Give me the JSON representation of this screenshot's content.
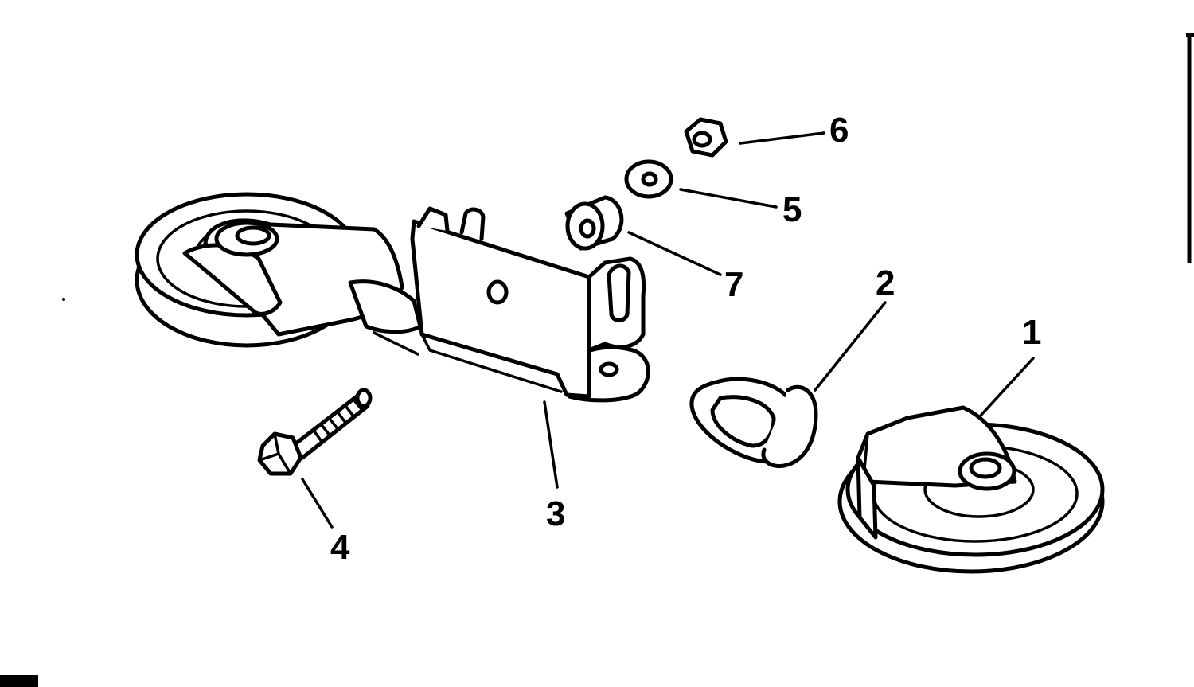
{
  "callouts": {
    "c1": "1",
    "c2": "2",
    "c3": "3",
    "c4": "4",
    "c5": "5",
    "c6": "6",
    "c7": "7"
  },
  "parts": {
    "left_pulley": "pulley-assembly",
    "bracket": "bracket",
    "bolt": "bolt",
    "spacer": "spacer",
    "washer": "washer",
    "nut": "nut",
    "clip": "clip",
    "right_pulley": "pulley-assembly"
  }
}
